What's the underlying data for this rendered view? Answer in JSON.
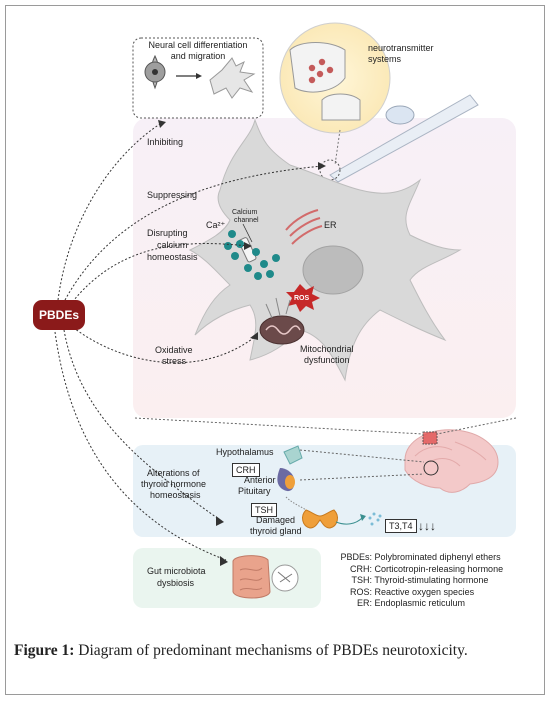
{
  "hub": {
    "label": "PBDEs"
  },
  "effects": {
    "neural_diff": "Neural cell differentiation and migration",
    "neural_diff_line1": "Neural cell differentiation",
    "neural_diff_line2": "and migration",
    "neurotransmitter_line1": "neurotransmitter",
    "neurotransmitter_line2": "systems",
    "inhibiting": "Inhibiting",
    "suppressing": "Suppressing",
    "disrupting_line1": "Disrupting",
    "disrupting_line2": "calcium",
    "disrupting_line3": "homeostasis",
    "oxidative_line1": "Oxidative",
    "oxidative_line2": "stress",
    "thyroid_line1": "Alterations of",
    "thyroid_line2": "thyroid hormone",
    "thyroid_line3": "homeostasis",
    "gut_line1": "Gut microbiota",
    "gut_line2": "dysbiosis"
  },
  "cell": {
    "er": "ER",
    "ca": "Ca²⁺",
    "calcium_channel_line1": "Calcium",
    "calcium_channel_line2": "channel",
    "ros": "ROS",
    "mito_line1": "Mitochondrial",
    "mito_line2": "dysfunction"
  },
  "thyroid": {
    "hypothalamus": "Hypothalamus",
    "crh": "CRH",
    "anterior_line1": "Anterior",
    "anterior_line2": "Pituitary",
    "tsh": "TSH",
    "damaged_line1": "Damaged",
    "damaged_line2": "thyroid gland",
    "t3t4": "T3,T4",
    "arrows": "↓↓↓"
  },
  "abbreviations": [
    {
      "key": "PBDEs:",
      "value": "Polybrominated diphenyl ethers"
    },
    {
      "key": "CRH:",
      "value": "Corticotropin-releasing hormone"
    },
    {
      "key": "TSH:",
      "value": "Thyroid-stimulating hormone"
    },
    {
      "key": "ROS:",
      "value": "Reactive oxygen species"
    },
    {
      "key": "ER:",
      "value": "Endoplasmic reticulum"
    }
  ],
  "caption": {
    "label": "Figure 1:",
    "text": " Diagram of predominant mechanisms of PBDEs neurotoxicity."
  },
  "colors": {
    "hub": "#8b1a1a",
    "cell_body": "#d9d9d9",
    "calcium": "#1f8a8a",
    "ros": "#c62828",
    "thyroid_panel": "#e7f1f7",
    "brain": "#f3c9c9"
  }
}
